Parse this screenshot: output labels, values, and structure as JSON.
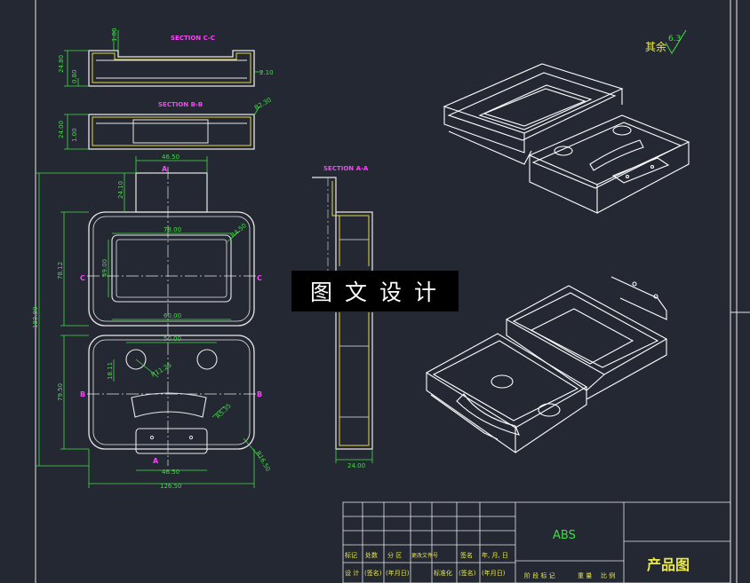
{
  "sections": {
    "section_cc": "SECTION C-C",
    "section_bb": "SECTION B-B",
    "section_aa": "SECTION A-A"
  },
  "dims": {
    "d_1_00": "1.00",
    "d_24_80": "24.80",
    "d_0_80": "0.80",
    "d_2_10": "2.10",
    "d_24_00_left": "24.00",
    "d_1_00b": "1.00",
    "d_r2_30": "R2.30",
    "d_46_50_top": "46.50",
    "d_24_10": "24.10",
    "d_183_80": "183.80",
    "d_78_12": "78.12",
    "d_78_00": "78.00",
    "d_r4_50": "R4.50",
    "d_49_00": "49.00",
    "d_60_00": "60.00",
    "d_50_00": "50.00",
    "d_r11_25": "R11.25",
    "d_18_11": "18.11",
    "d_79_50": "79.50",
    "d_r5_35": "R5.35",
    "d_r16_50": "R16.50",
    "d_46_50_bottom": "46.50",
    "d_126_50": "126.50",
    "d_24_00_right": "24.00"
  },
  "markers": {
    "a_top": "A",
    "a_bottom": "A",
    "c_left": "C",
    "c_right": "C",
    "b_left": "B",
    "b_right": "B"
  },
  "roughness": {
    "label": "其余",
    "value": "6.3"
  },
  "watermark": "图文设计",
  "title_block": {
    "material": "ABS",
    "drawing_name": "产品图",
    "row_labels": [
      "标记",
      "处数",
      "分 区",
      "更改文件号",
      "签名",
      "年, 月, 日"
    ],
    "row2_labels": [
      "设 计",
      "(签名)",
      "(年月日)",
      "标准化",
      "(签名)",
      "(年月日)"
    ],
    "stage_labels": [
      "阶 段 标 记",
      "重 量",
      "比 例"
    ]
  }
}
